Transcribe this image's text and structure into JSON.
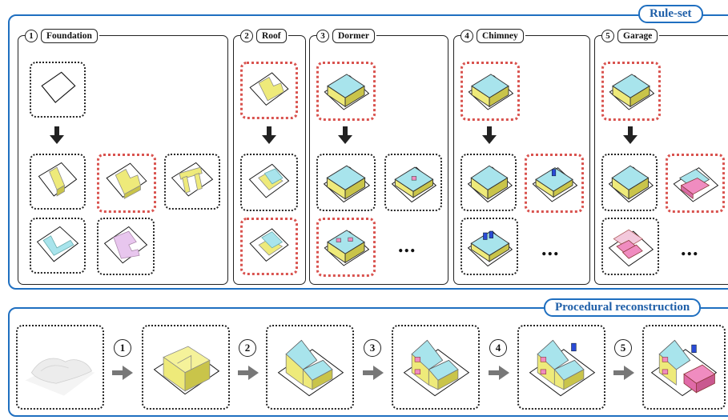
{
  "ruleset": {
    "title": "Rule-set",
    "rules": [
      {
        "num": "1",
        "name": "Foundation"
      },
      {
        "num": "2",
        "name": "Roof"
      },
      {
        "num": "3",
        "name": "Dormer"
      },
      {
        "num": "4",
        "name": "Chimney"
      },
      {
        "num": "5",
        "name": "Garage"
      }
    ],
    "ellipsis": "..."
  },
  "reconstruction": {
    "title": "Procedural reconstruction",
    "steps": [
      "1",
      "2",
      "3",
      "4",
      "5"
    ]
  },
  "colors": {
    "accent": "#1f6fc0",
    "selection": "#d9534f",
    "wall_yellow": "#eeea7a",
    "roof_cyan": "#a8e4ec",
    "pink": "#f08cc0",
    "lilac": "#e8c6ee",
    "chimney_blue": "#2a4bd6"
  }
}
